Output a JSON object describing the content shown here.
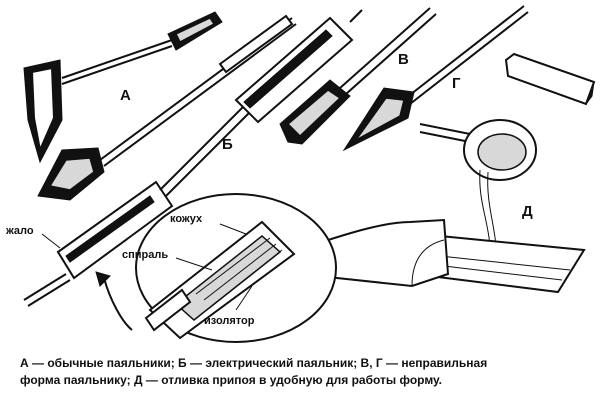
{
  "labels": {
    "a": "А",
    "b": "Б",
    "v": "В",
    "g": "Г",
    "d": "Д",
    "zhalo": "жало",
    "kozhukh": "кожух",
    "spiral": "спираль",
    "izolyator": "изолятор"
  },
  "caption": {
    "line1": "А — обычные паяльники; Б — электрический паяльник; В, Г — неправильная",
    "line2": "форма паяльнику; Д — отливка припоя в удобную для работы форму."
  }
}
